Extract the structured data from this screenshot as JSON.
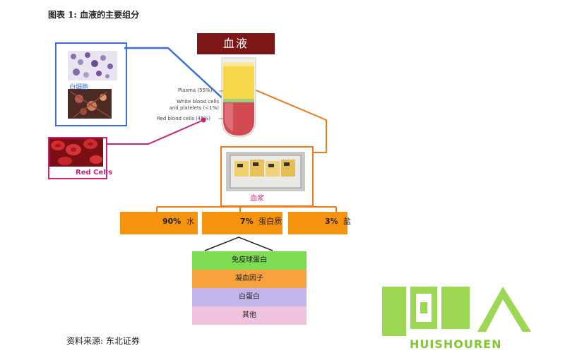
{
  "caption": "图表 1:  血液的主要组分",
  "title": "血液",
  "white_cells_label": "白细胞",
  "red_cells_label": "Red Cells",
  "tube_labels": {
    "plasma": "Plasma (55%)",
    "wbc_line1": "White blood cells",
    "wbc_line2": "and platelets (<1%)",
    "rbc": "Red blood cells (45%)"
  },
  "plasma_label": "血浆",
  "composition": [
    {
      "pct": "90%",
      "name": "水"
    },
    {
      "pct": "7%",
      "name": "蛋白质"
    },
    {
      "pct": "3%",
      "name": "盐"
    }
  ],
  "proteins": [
    "免疫球蛋白",
    "凝血因子",
    "白蛋白",
    "其他"
  ],
  "source": "资料来源:  东北证券",
  "watermark": "HUISHOUREN",
  "colors": {
    "title_bg": "#7d1616",
    "wbc_frame": "#3b6fe0",
    "rbc_frame": "#c8247a",
    "connector_orange": "#ee7a1a",
    "composition_box": "#f5930f",
    "protein_1": "#7ddc52",
    "protein_2": "#f7a23f",
    "protein_3": "#c3b6ea",
    "protein_4": "#efc3de",
    "watermark_green": "#7fc72a"
  }
}
